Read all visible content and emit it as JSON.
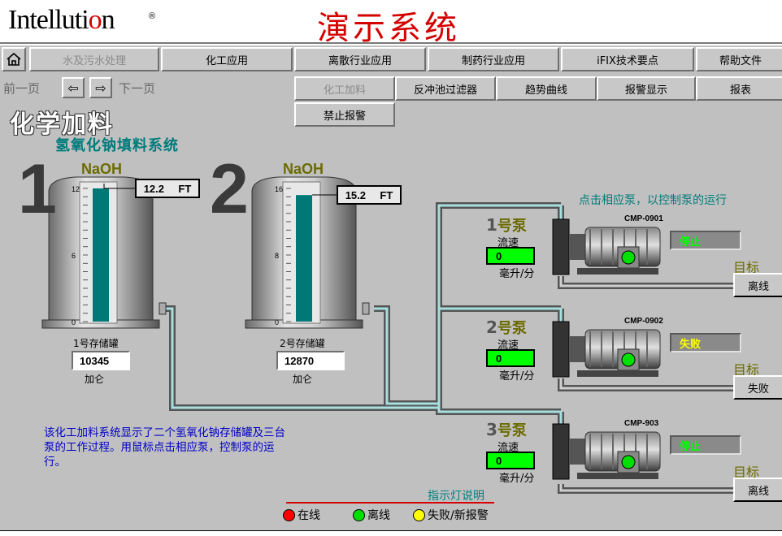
{
  "header": {
    "logo": "Intelluti",
    "logo_accent": "o",
    "logo_tail": "n",
    "logo_reg": "®",
    "title": "演示系统"
  },
  "menu": {
    "home_icon": "home-icon",
    "items": [
      {
        "label": "水及污水处理",
        "disabled": true
      },
      {
        "label": "化工应用",
        "disabled": false
      },
      {
        "label": "离散行业应用",
        "disabled": false
      },
      {
        "label": "制药行业应用",
        "disabled": false
      },
      {
        "label": "iFIX技术要点",
        "disabled": false
      },
      {
        "label": "帮助文件",
        "disabled": false
      }
    ]
  },
  "nav": {
    "prev": "前一页",
    "next": "下一页"
  },
  "submenu": {
    "items": [
      {
        "label": "化工加料",
        "disabled": true
      },
      {
        "label": "反冲池过滤器",
        "disabled": false
      },
      {
        "label": "趋势曲线",
        "disabled": false
      },
      {
        "label": "报警显示",
        "disabled": false
      },
      {
        "label": "报表",
        "disabled": false
      }
    ],
    "alarm_off": "禁止报警"
  },
  "page": {
    "heading": "化学加料",
    "subheading": "氢氧化钠填料系统"
  },
  "tanks": [
    {
      "number": "1",
      "name": "NaOH",
      "level": "12.2",
      "unit": "FT",
      "ticks": [
        "12",
        "6",
        "0"
      ],
      "max": 12,
      "level_value": 12.2,
      "caption": "1号存储罐",
      "volume": "10345",
      "volume_unit": "加仑"
    },
    {
      "number": "2",
      "name": "NaOH",
      "level": "15.2",
      "unit": "FT",
      "ticks": [
        "16",
        "8",
        "0"
      ],
      "max": 16,
      "level_value": 15.2,
      "caption": "2号存储罐",
      "volume": "12870",
      "volume_unit": "加仑"
    }
  ],
  "instruction": "点击相应泵，以控制泵的运行",
  "pumps": [
    {
      "num": "1",
      "suffix": "号泵",
      "flow_label": "流速",
      "flow": "0",
      "flow_unit": "毫升/分",
      "id": "CMP-0901",
      "status": "停止",
      "status_color": "#00ff00",
      "target_label": "目标",
      "target": "离线"
    },
    {
      "num": "2",
      "suffix": "号泵",
      "flow_label": "流速",
      "flow": "0",
      "flow_unit": "毫升/分",
      "id": "CMP-0902",
      "status": "失败",
      "status_color": "#ffff00",
      "target_label": "目标",
      "target": "失败"
    },
    {
      "num": "3",
      "suffix": "号泵",
      "flow_label": "流速",
      "flow": "0",
      "flow_unit": "毫升/分",
      "id": "CMP-903",
      "status": "停止",
      "status_color": "#00ff00",
      "target_label": "目标",
      "target": "离线"
    }
  ],
  "description": "该化工加料系统显示了二个氢氧化钠存储罐及三台泵的工作过程。用鼠标点击相应泵，控制泵的运行。",
  "legend": {
    "title": "指示灯说明",
    "items": [
      {
        "label": "在线",
        "color": "#ff0000"
      },
      {
        "label": "离线",
        "color": "#00e000"
      },
      {
        "label": "失败/新报警",
        "color": "#ffff00"
      }
    ]
  },
  "colors": {
    "liquid": "#007878",
    "pipe": "#7fc8c8",
    "accent_red": "#d40000"
  }
}
